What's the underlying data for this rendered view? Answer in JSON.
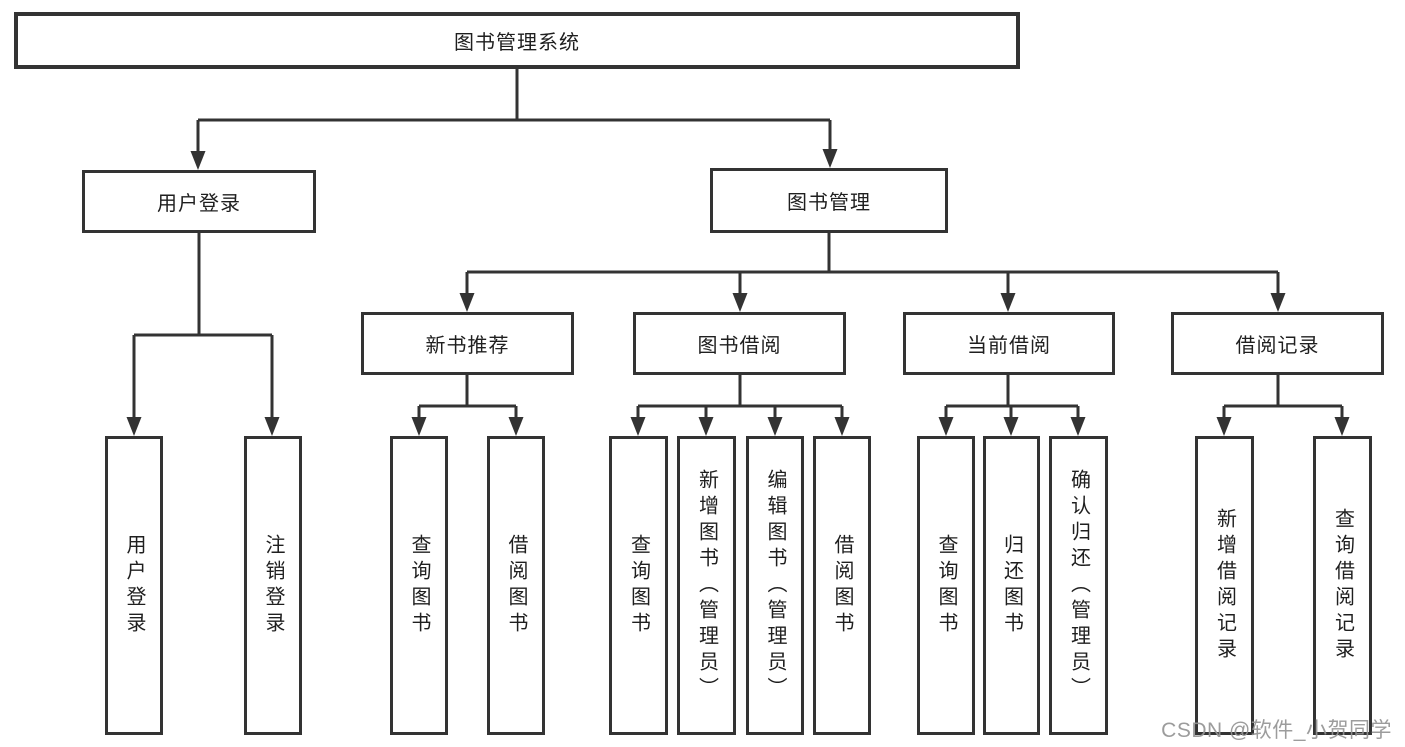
{
  "diagram_title": "图书管理系统",
  "nodes": {
    "root": {
      "label": "图书管理系统"
    },
    "level2": [
      {
        "label": "用户登录"
      },
      {
        "label": "图书管理"
      }
    ],
    "level3": [
      {
        "label": "新书推荐"
      },
      {
        "label": "图书借阅"
      },
      {
        "label": "当前借阅"
      },
      {
        "label": "借阅记录"
      }
    ],
    "leaves": {
      "user_login": [
        {
          "label": "用户登录"
        },
        {
          "label": "注销登录"
        }
      ],
      "new_book_recommendation": [
        {
          "label": "查询图书"
        },
        {
          "label": "借阅图书"
        }
      ],
      "book_borrowing": [
        {
          "label": "查询图书"
        },
        {
          "label": "新增图书（管理员）"
        },
        {
          "label": "编辑图书（管理员）"
        },
        {
          "label": "借阅图书"
        }
      ],
      "current_borrowing": [
        {
          "label": "查询图书"
        },
        {
          "label": "归还图书"
        },
        {
          "label": "确认归还（管理员）"
        }
      ],
      "borrowing_records": [
        {
          "label": "新增借阅记录"
        },
        {
          "label": "查询借阅记录"
        }
      ]
    }
  },
  "watermark": {
    "text": "CSDN @软件_小贺同学"
  },
  "colors": {
    "line": "#333333",
    "text": "#1f1f1f",
    "watermark": "#949494",
    "background": "#ffffff"
  }
}
